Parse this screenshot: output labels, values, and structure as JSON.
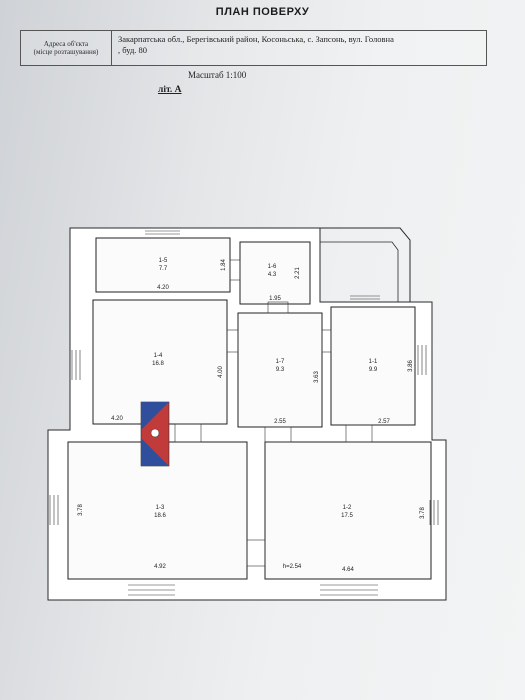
{
  "title": "ПЛАН ПОВЕРХУ",
  "address": {
    "label_line1": "Адреса об'єкта",
    "label_line2": "(місце розташування)",
    "value_line1": "Закарпатська обл., Берегівський район, Косоньська, с. Запсонь, вул. Головна",
    "value_line2": ", буд. 80"
  },
  "scale": "Масштаб 1:100",
  "lit": "літ. А",
  "rooms": [
    {
      "id": "1-5",
      "area": "7.7"
    },
    {
      "id": "1-6",
      "area": "4.3"
    },
    {
      "id": "1-4",
      "area": "16.8"
    },
    {
      "id": "1-7",
      "area": "9.3"
    },
    {
      "id": "1-1",
      "area": "9.9"
    },
    {
      "id": "1-3",
      "area": "18.6"
    },
    {
      "id": "1-2",
      "area": "17.5"
    }
  ],
  "dimensions": {
    "r15_w": "4.20",
    "r15_h": "1.84",
    "r16_w": "1.95",
    "r16_h": "2.21",
    "r14_w": "4.20",
    "r14_h": "4.00",
    "r17_w": "2.55",
    "r17_h": "3.63",
    "r11_w": "2.57",
    "r11_h": "3.86",
    "r13_w": "4.92",
    "r13_h": "3.78",
    "r12_w": "4.64",
    "r12_h": "3.78",
    "ceiling": "h=2.54"
  }
}
